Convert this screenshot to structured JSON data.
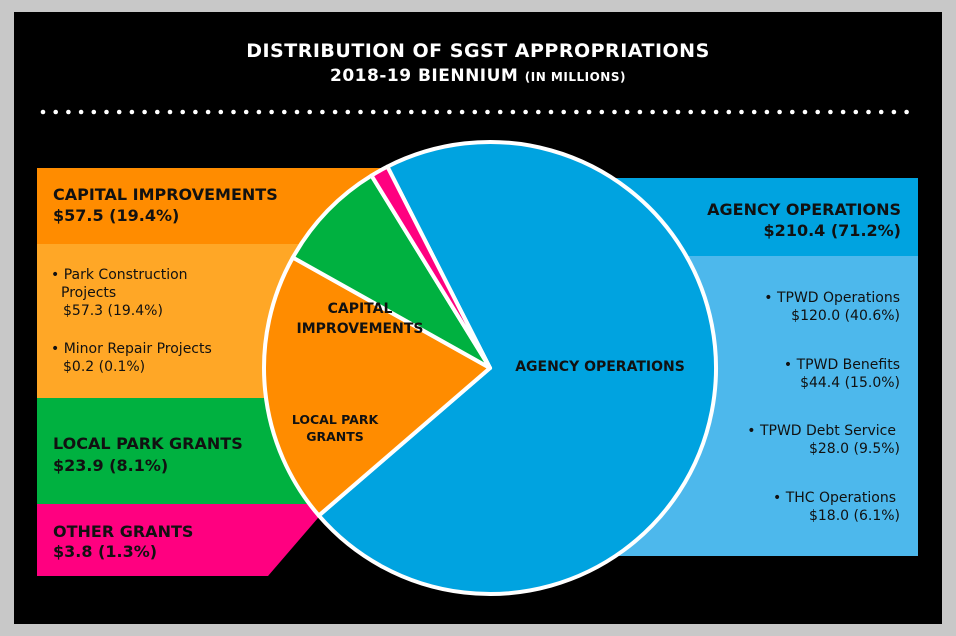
{
  "title_line1": "DISTRIBUTION OF SGST APPROPRIATIONS",
  "title_line2": "2018-19 BIENNIUM",
  "title_unit": "(IN MILLIONS)",
  "chart_data": {
    "type": "pie",
    "units": "millions of dollars",
    "slices": [
      {
        "label": "AGENCY OPERATIONS",
        "value": 210.4,
        "percent": 71.2,
        "color": "#00a3e0"
      },
      {
        "label": "CAPITAL IMPROVEMENTS",
        "value": 57.5,
        "percent": 19.4,
        "color": "#ff9e18"
      },
      {
        "label": "LOCAL PARK GRANTS",
        "value": 23.9,
        "percent": 8.1,
        "color": "#00b140"
      },
      {
        "label": "OTHER GRANTS",
        "value": 3.8,
        "percent": 1.3,
        "color": "#e6007e"
      }
    ]
  },
  "panels": {
    "capital": {
      "title": "CAPITAL IMPROVEMENTS",
      "value": "$57.5 (19.4%)",
      "items": [
        {
          "label": "• Park Construction",
          "label2": "Projects",
          "value": "$57.3 (19.4%)"
        },
        {
          "label": "• Minor Repair Projects",
          "value": "$0.2 (0.1%)"
        }
      ]
    },
    "local": {
      "title": "LOCAL PARK GRANTS",
      "value": "$23.9 (8.1%)"
    },
    "other": {
      "title": "OTHER GRANTS",
      "value": "$3.8 (1.3%)"
    },
    "agency": {
      "title": "AGENCY OPERATIONS",
      "value": "$210.4 (71.2%)",
      "items": [
        {
          "label": "• TPWD Operations",
          "value": "$120.0 (40.6%)"
        },
        {
          "label": "• TPWD Benefits",
          "value": "$44.4 (15.0%)"
        },
        {
          "label": "• TPWD Debt Service",
          "value": "$28.0 (9.5%)"
        },
        {
          "label": "• THC Operations",
          "value": "$18.0 (6.1%)"
        }
      ]
    }
  },
  "slice_labels": {
    "agency": "AGENCY OPERATIONS",
    "capital_1": "CAPITAL",
    "capital_2": "IMPROVEMENTS",
    "local_1": "LOCAL PARK",
    "local_2": "GRANTS"
  },
  "colors": {
    "background": "#000000",
    "agency_dark": "#00a3e0",
    "agency_light": "#4db8ec",
    "capital_dark": "#ff8c00",
    "capital_light": "#ffa726",
    "local": "#00b140",
    "other": "#ff0080"
  }
}
